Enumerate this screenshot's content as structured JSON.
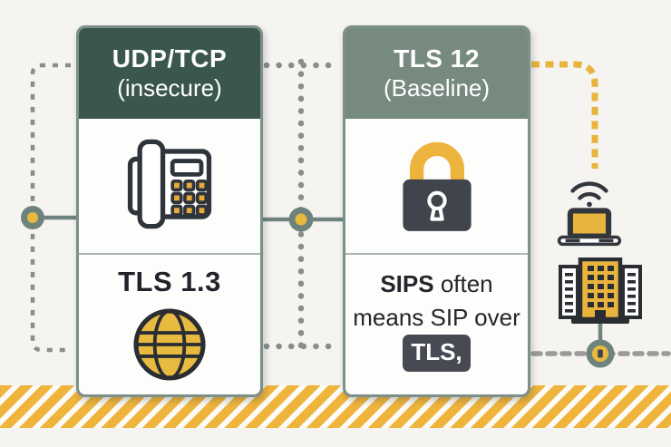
{
  "diagram": {
    "left_card": {
      "title": "UDP/TCP",
      "subtitle": "(insecure)",
      "upper_icon": "desk-phone",
      "lower_label": "TLS 1.3",
      "lower_icon": "globe"
    },
    "right_card": {
      "title": "TLS 12",
      "subtitle": "(Baseline)",
      "upper_icon": "padlock",
      "body_lead": "SIPS",
      "body_rest": " often means SIP over ",
      "body_badge": "TLS,"
    },
    "side_icons": {
      "top": "wifi-laptop",
      "bottom": "office-building",
      "bottom_node": "lock-node"
    },
    "connectors": {
      "left_path": "gray-dashed-loop",
      "middle_path": "gray-dotted-cross",
      "top_right_path": "yellow-dashed-elbow",
      "bottom_right_path": "gray-dashed-line"
    },
    "colors": {
      "background": "#f5f4f1",
      "header_dark_green": "#3b574d",
      "header_sage": "#778a80",
      "card_border": "#7c8f88",
      "accent_yellow": "#e9b43c",
      "stripe_yellow": "#efb43c",
      "dark_icon": "#3f444d",
      "node_ring": "#6e837d",
      "dot_gray": "#8a8d8b",
      "badge_bg": "#474a52"
    }
  }
}
